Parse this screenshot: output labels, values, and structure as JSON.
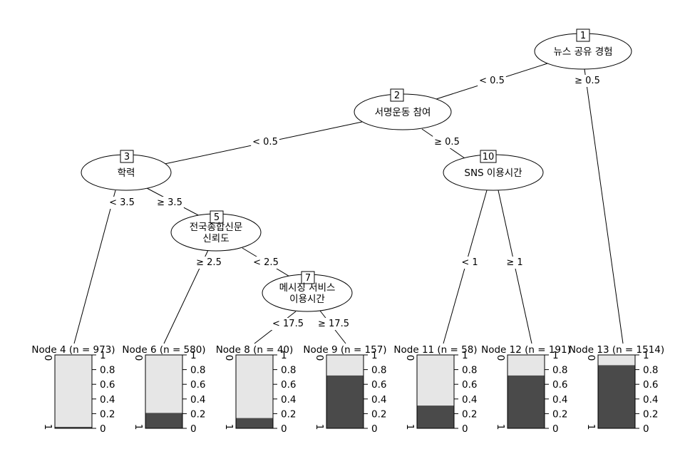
{
  "colors": {
    "class0": "#e6e6e6",
    "class1": "#4a4a4a"
  },
  "inner_nodes": [
    {
      "id": "1",
      "lines": [
        "뉴스 공유 경험"
      ]
    },
    {
      "id": "2",
      "lines": [
        "서명운동 참여"
      ]
    },
    {
      "id": "3",
      "lines": [
        "학력"
      ]
    },
    {
      "id": "5",
      "lines": [
        "전국종합신문",
        "신뢰도"
      ]
    },
    {
      "id": "7",
      "lines": [
        "메시징 서비스",
        "이용시간"
      ]
    },
    {
      "id": "10",
      "lines": [
        "SNS 이용시간"
      ]
    }
  ],
  "edges": [
    {
      "from": "1",
      "to": "2",
      "label": "< 0.5"
    },
    {
      "from": "1",
      "to": "13",
      "label": "≥ 0.5"
    },
    {
      "from": "2",
      "to": "3",
      "label": "< 0.5"
    },
    {
      "from": "2",
      "to": "10",
      "label": "≥ 0.5"
    },
    {
      "from": "3",
      "to": "4",
      "label": "< 3.5"
    },
    {
      "from": "3",
      "to": "5",
      "label": "≥ 3.5"
    },
    {
      "from": "5",
      "to": "6",
      "label": "≥ 2.5"
    },
    {
      "from": "5",
      "to": "7",
      "label": "< 2.5"
    },
    {
      "from": "7",
      "to": "8",
      "label": "< 17.5"
    },
    {
      "from": "7",
      "to": "9",
      "label": "≥ 17.5"
    },
    {
      "from": "10",
      "to": "11",
      "label": "< 1"
    },
    {
      "from": "10",
      "to": "12",
      "label": "≥ 1"
    }
  ],
  "terminal_nodes": [
    {
      "id": "4",
      "title": "Node 4 (n = 973)",
      "p1": 0.02
    },
    {
      "id": "6",
      "title": "Node 6 (n = 580)",
      "p1": 0.21
    },
    {
      "id": "8",
      "title": "Node 8 (n = 40)",
      "p1": 0.14
    },
    {
      "id": "9",
      "title": "Node 9 (n = 157)",
      "p1": 0.72
    },
    {
      "id": "11",
      "title": "Node 11 (n = 58)",
      "p1": 0.31
    },
    {
      "id": "12",
      "title": "Node 12 (n = 191)",
      "p1": 0.72
    },
    {
      "id": "13",
      "title": "Node 13 (n = 1514)",
      "p1": 0.86
    }
  ],
  "axis": {
    "right_ticks": [
      "1",
      "0.8",
      "0.6",
      "0.4",
      "0.2",
      "0"
    ],
    "left_top_label": "0",
    "left_bottom_label": "1"
  }
}
